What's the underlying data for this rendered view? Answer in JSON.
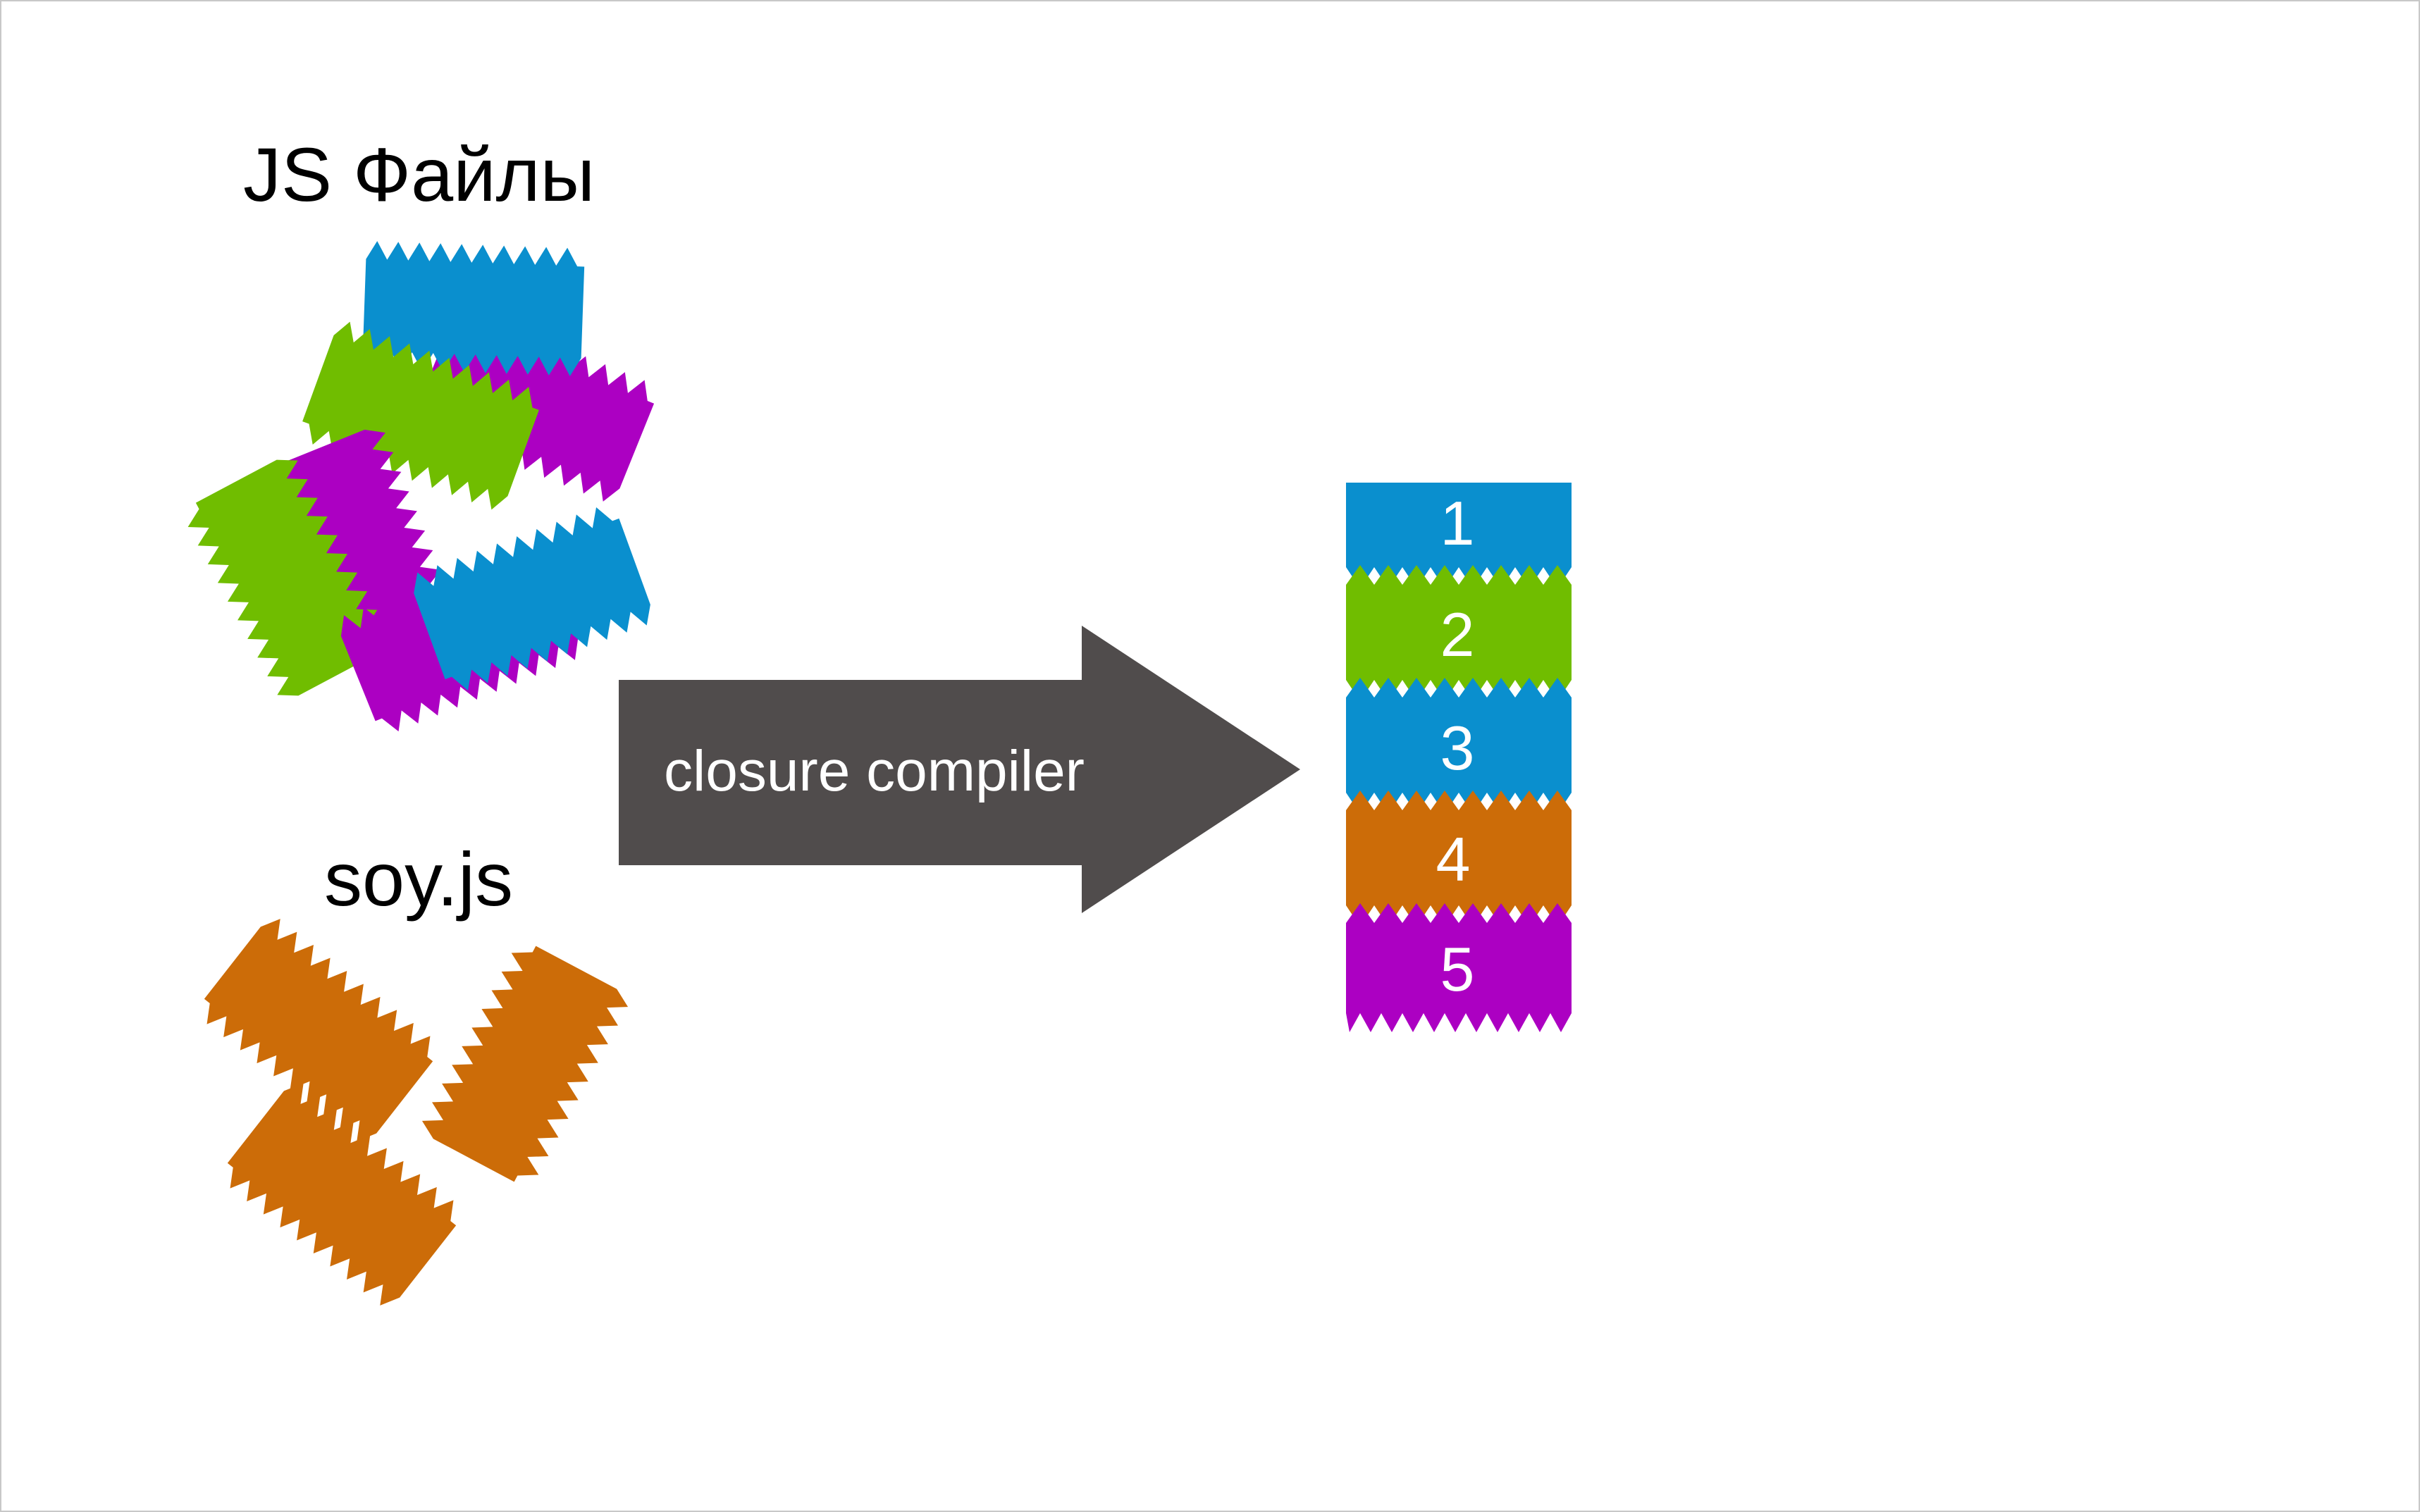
{
  "slide": {
    "js_files_label": "JS Файлы",
    "soy_label": "soy.js",
    "arrow_label": "closure compiler"
  },
  "output_stack": {
    "segments": [
      {
        "number": "1",
        "color": "#0a8fce"
      },
      {
        "number": "2",
        "color": "#70bd00"
      },
      {
        "number": "3",
        "color": "#0a8fce"
      },
      {
        "number": "4",
        "color": "#cc6c08"
      },
      {
        "number": "5",
        "color": "#ac00c2"
      }
    ]
  },
  "colors": {
    "blue": "#0a8fce",
    "green": "#70bd00",
    "purple": "#ac00c2",
    "orange": "#cc6c08",
    "arrow": "#504c4c",
    "text": "#000000",
    "inverse_text": "#ffffff"
  }
}
